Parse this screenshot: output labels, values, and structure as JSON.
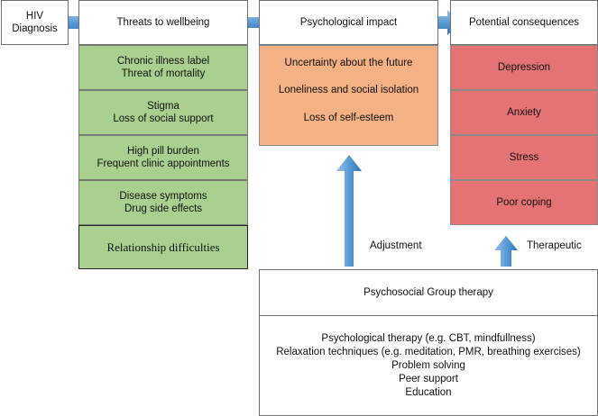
{
  "hiv": {
    "line1": "HIV",
    "line2": "Diagnosis"
  },
  "headers": {
    "threats": "Threats to wellbeing",
    "psych": "Psychological impact",
    "conseq": "Potential consequences"
  },
  "threats": [
    {
      "line1": "Chronic illness label",
      "line2": "Threat of mortality"
    },
    {
      "line1": "Stigma",
      "line2": "Loss of social support"
    },
    {
      "line1": "High pill burden",
      "line2": "Frequent clinic appointments"
    },
    {
      "line1": "Disease symptoms",
      "line2": "Drug side effects"
    },
    {
      "line1": "Relationship difficulties"
    }
  ],
  "psych_items": [
    "Uncertainty about the future",
    "Loneliness and social isolation",
    "Loss of self-esteem"
  ],
  "consequences": [
    "Depression",
    "Anxiety",
    "Stress",
    "Poor coping"
  ],
  "arrow_labels": {
    "adjustment": "Adjustment",
    "therapeutic": "Therapeutic"
  },
  "therapy": {
    "title": "Psychosocial Group therapy",
    "items": [
      "Psychological therapy (e.g. CBT, mindfullness)",
      "Relaxation techniques (e.g. meditation, PMR, breathing exercises)",
      "Problem solving",
      "Peer support",
      "Education"
    ]
  },
  "colors": {
    "green": "#a9d08e",
    "orange": "#f4b183",
    "red": "#e57373",
    "arrow": "#5b9bd5"
  }
}
